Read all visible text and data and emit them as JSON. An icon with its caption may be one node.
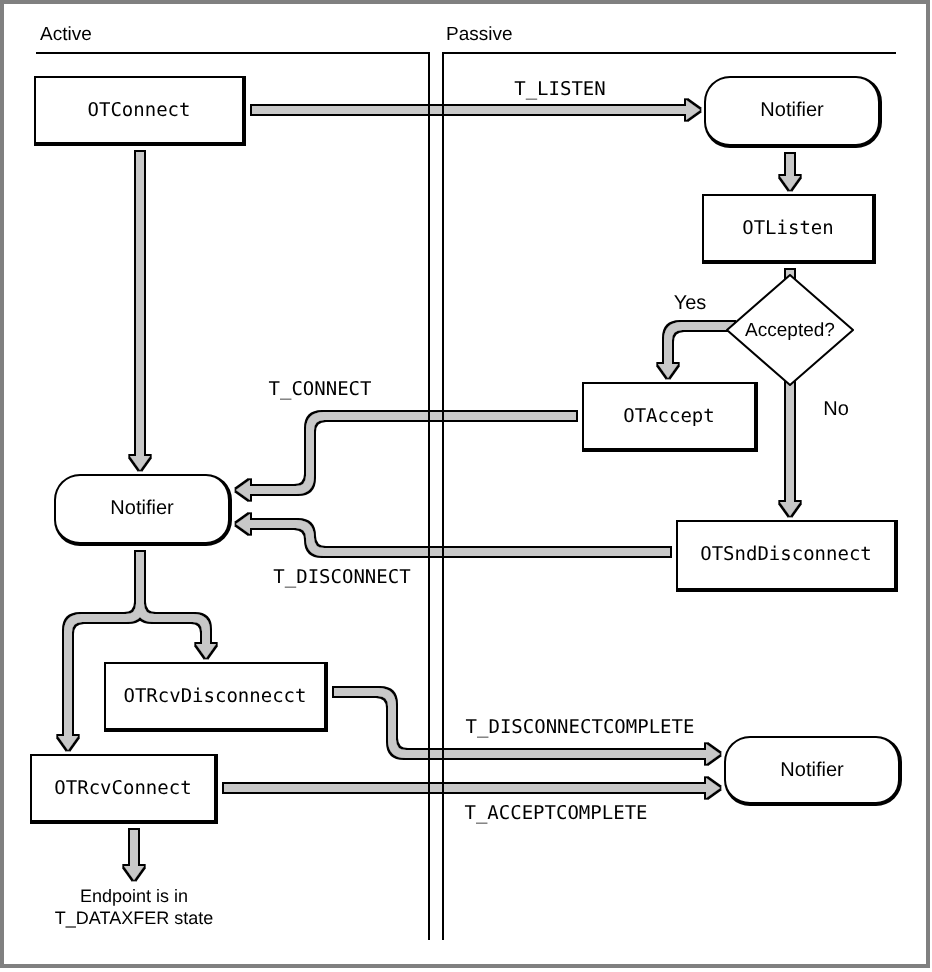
{
  "diagram": {
    "nodes": [
      {
        "text": [
          "OTConnect"
        ]
      },
      {
        "text": [
          "Notifier"
        ]
      },
      {
        "text": [
          "OTListen"
        ]
      },
      {
        "text": [
          "Accepted?"
        ]
      },
      {
        "text": [
          "OTAccept"
        ]
      },
      {
        "text": [
          "Notifier"
        ]
      },
      {
        "text": [
          "OTSndDisconnect"
        ]
      },
      {
        "text": [
          "OTRcvDisconnecct"
        ]
      },
      {
        "text": [
          "OTRcvConnect"
        ]
      },
      {
        "text": [
          "Notifier"
        ]
      },
      {
        "text": [
          "Endpoint is in T_DATAXFER state"
        ]
      }
    ],
    "edges": [
      {
        "from": 0,
        "to": 1,
        "arrow": "to",
        "label": "T_LISTEN"
      },
      {
        "from": 1,
        "to": 2,
        "arrow": "to"
      },
      {
        "from": 2,
        "to": 3,
        "arrow": "none"
      },
      {
        "from": 3,
        "to": 4,
        "arrow": "to",
        "label": "Yes"
      },
      {
        "from": 3,
        "to": 6,
        "arrow": "to",
        "label": "No"
      },
      {
        "from": 4,
        "to": 5,
        "arrow": "to",
        "label": "T_CONNECT"
      },
      {
        "from": 6,
        "to": 5,
        "arrow": "to",
        "label": "T_DISCONNECT"
      },
      {
        "from": 0,
        "to": 5,
        "arrow": "to"
      },
      {
        "from": 5,
        "to": 7,
        "arrow": "to"
      },
      {
        "from": 5,
        "to": 8,
        "arrow": "to"
      },
      {
        "from": 7,
        "to": 9,
        "arrow": "to",
        "label": "T_DISCONNECTCOMPLETE"
      },
      {
        "from": 8,
        "to": 9,
        "arrow": "to",
        "label": "T_ACCEPTCOMPLETE"
      },
      {
        "from": 8,
        "to": 10,
        "arrow": "to"
      }
    ],
    "labels": [
      "Active",
      "Passive"
    ]
  }
}
